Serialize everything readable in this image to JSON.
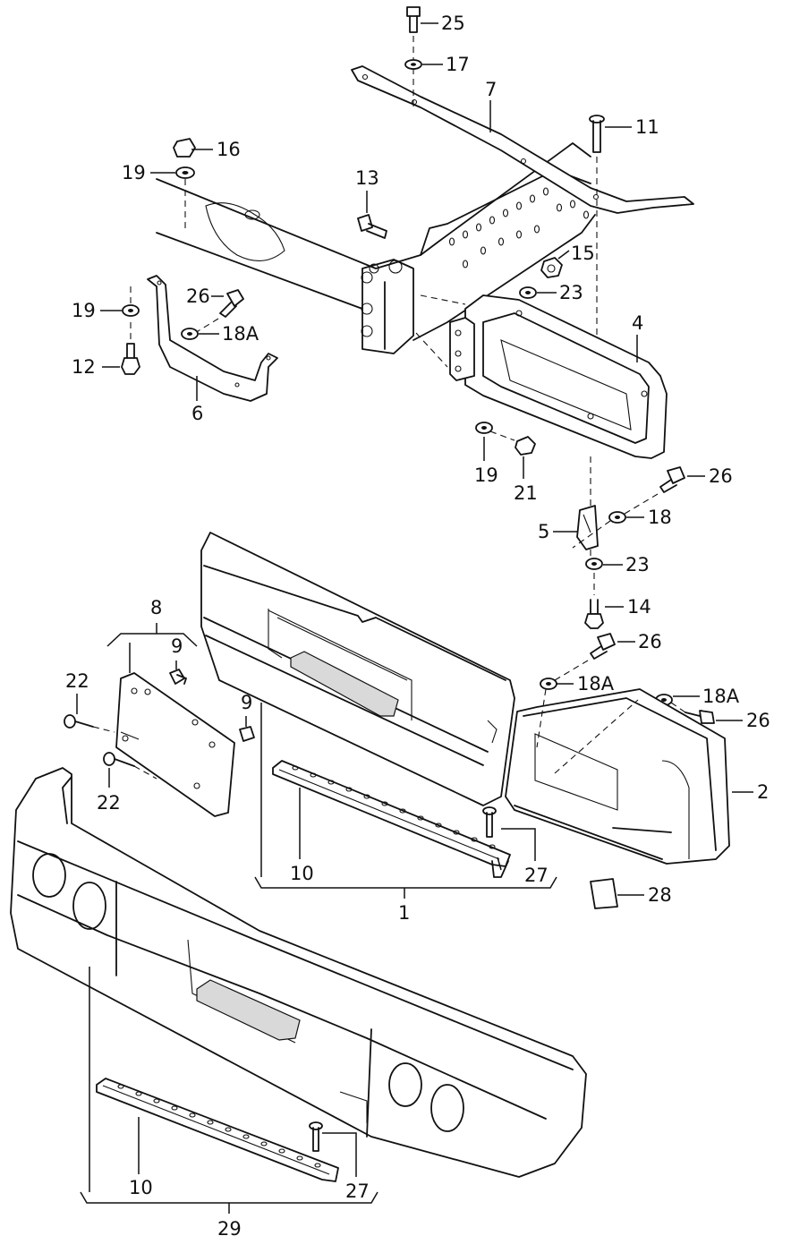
{
  "diagram": {
    "callouts": [
      {
        "id": "c25",
        "text": "25"
      },
      {
        "id": "c17",
        "text": "17"
      },
      {
        "id": "c7",
        "text": "7"
      },
      {
        "id": "c11",
        "text": "11"
      },
      {
        "id": "c16",
        "text": "16"
      },
      {
        "id": "c19a",
        "text": "19"
      },
      {
        "id": "c13",
        "text": "13"
      },
      {
        "id": "c15",
        "text": "15"
      },
      {
        "id": "c23a",
        "text": "23"
      },
      {
        "id": "c26a",
        "text": "26"
      },
      {
        "id": "c19b",
        "text": "19"
      },
      {
        "id": "c18Aa",
        "text": "18A"
      },
      {
        "id": "c4",
        "text": "4"
      },
      {
        "id": "c12",
        "text": "12"
      },
      {
        "id": "c6",
        "text": "6"
      },
      {
        "id": "c19c",
        "text": "19"
      },
      {
        "id": "c21",
        "text": "21"
      },
      {
        "id": "c26b",
        "text": "26"
      },
      {
        "id": "c18",
        "text": "18"
      },
      {
        "id": "c5",
        "text": "5"
      },
      {
        "id": "c23b",
        "text": "23"
      },
      {
        "id": "c8",
        "text": "8"
      },
      {
        "id": "c14",
        "text": "14"
      },
      {
        "id": "c9a",
        "text": "9"
      },
      {
        "id": "c26c",
        "text": "26"
      },
      {
        "id": "c22a",
        "text": "22"
      },
      {
        "id": "c18Ab",
        "text": "18A"
      },
      {
        "id": "c9b",
        "text": "9"
      },
      {
        "id": "c18Ac",
        "text": "18A"
      },
      {
        "id": "c26d",
        "text": "26"
      },
      {
        "id": "c22b",
        "text": "22"
      },
      {
        "id": "c2",
        "text": "2"
      },
      {
        "id": "c10a",
        "text": "10"
      },
      {
        "id": "c27a",
        "text": "27"
      },
      {
        "id": "c28",
        "text": "28"
      },
      {
        "id": "c1",
        "text": "1"
      },
      {
        "id": "c10b",
        "text": "10"
      },
      {
        "id": "c27b",
        "text": "27"
      },
      {
        "id": "c29",
        "text": "29"
      }
    ]
  }
}
